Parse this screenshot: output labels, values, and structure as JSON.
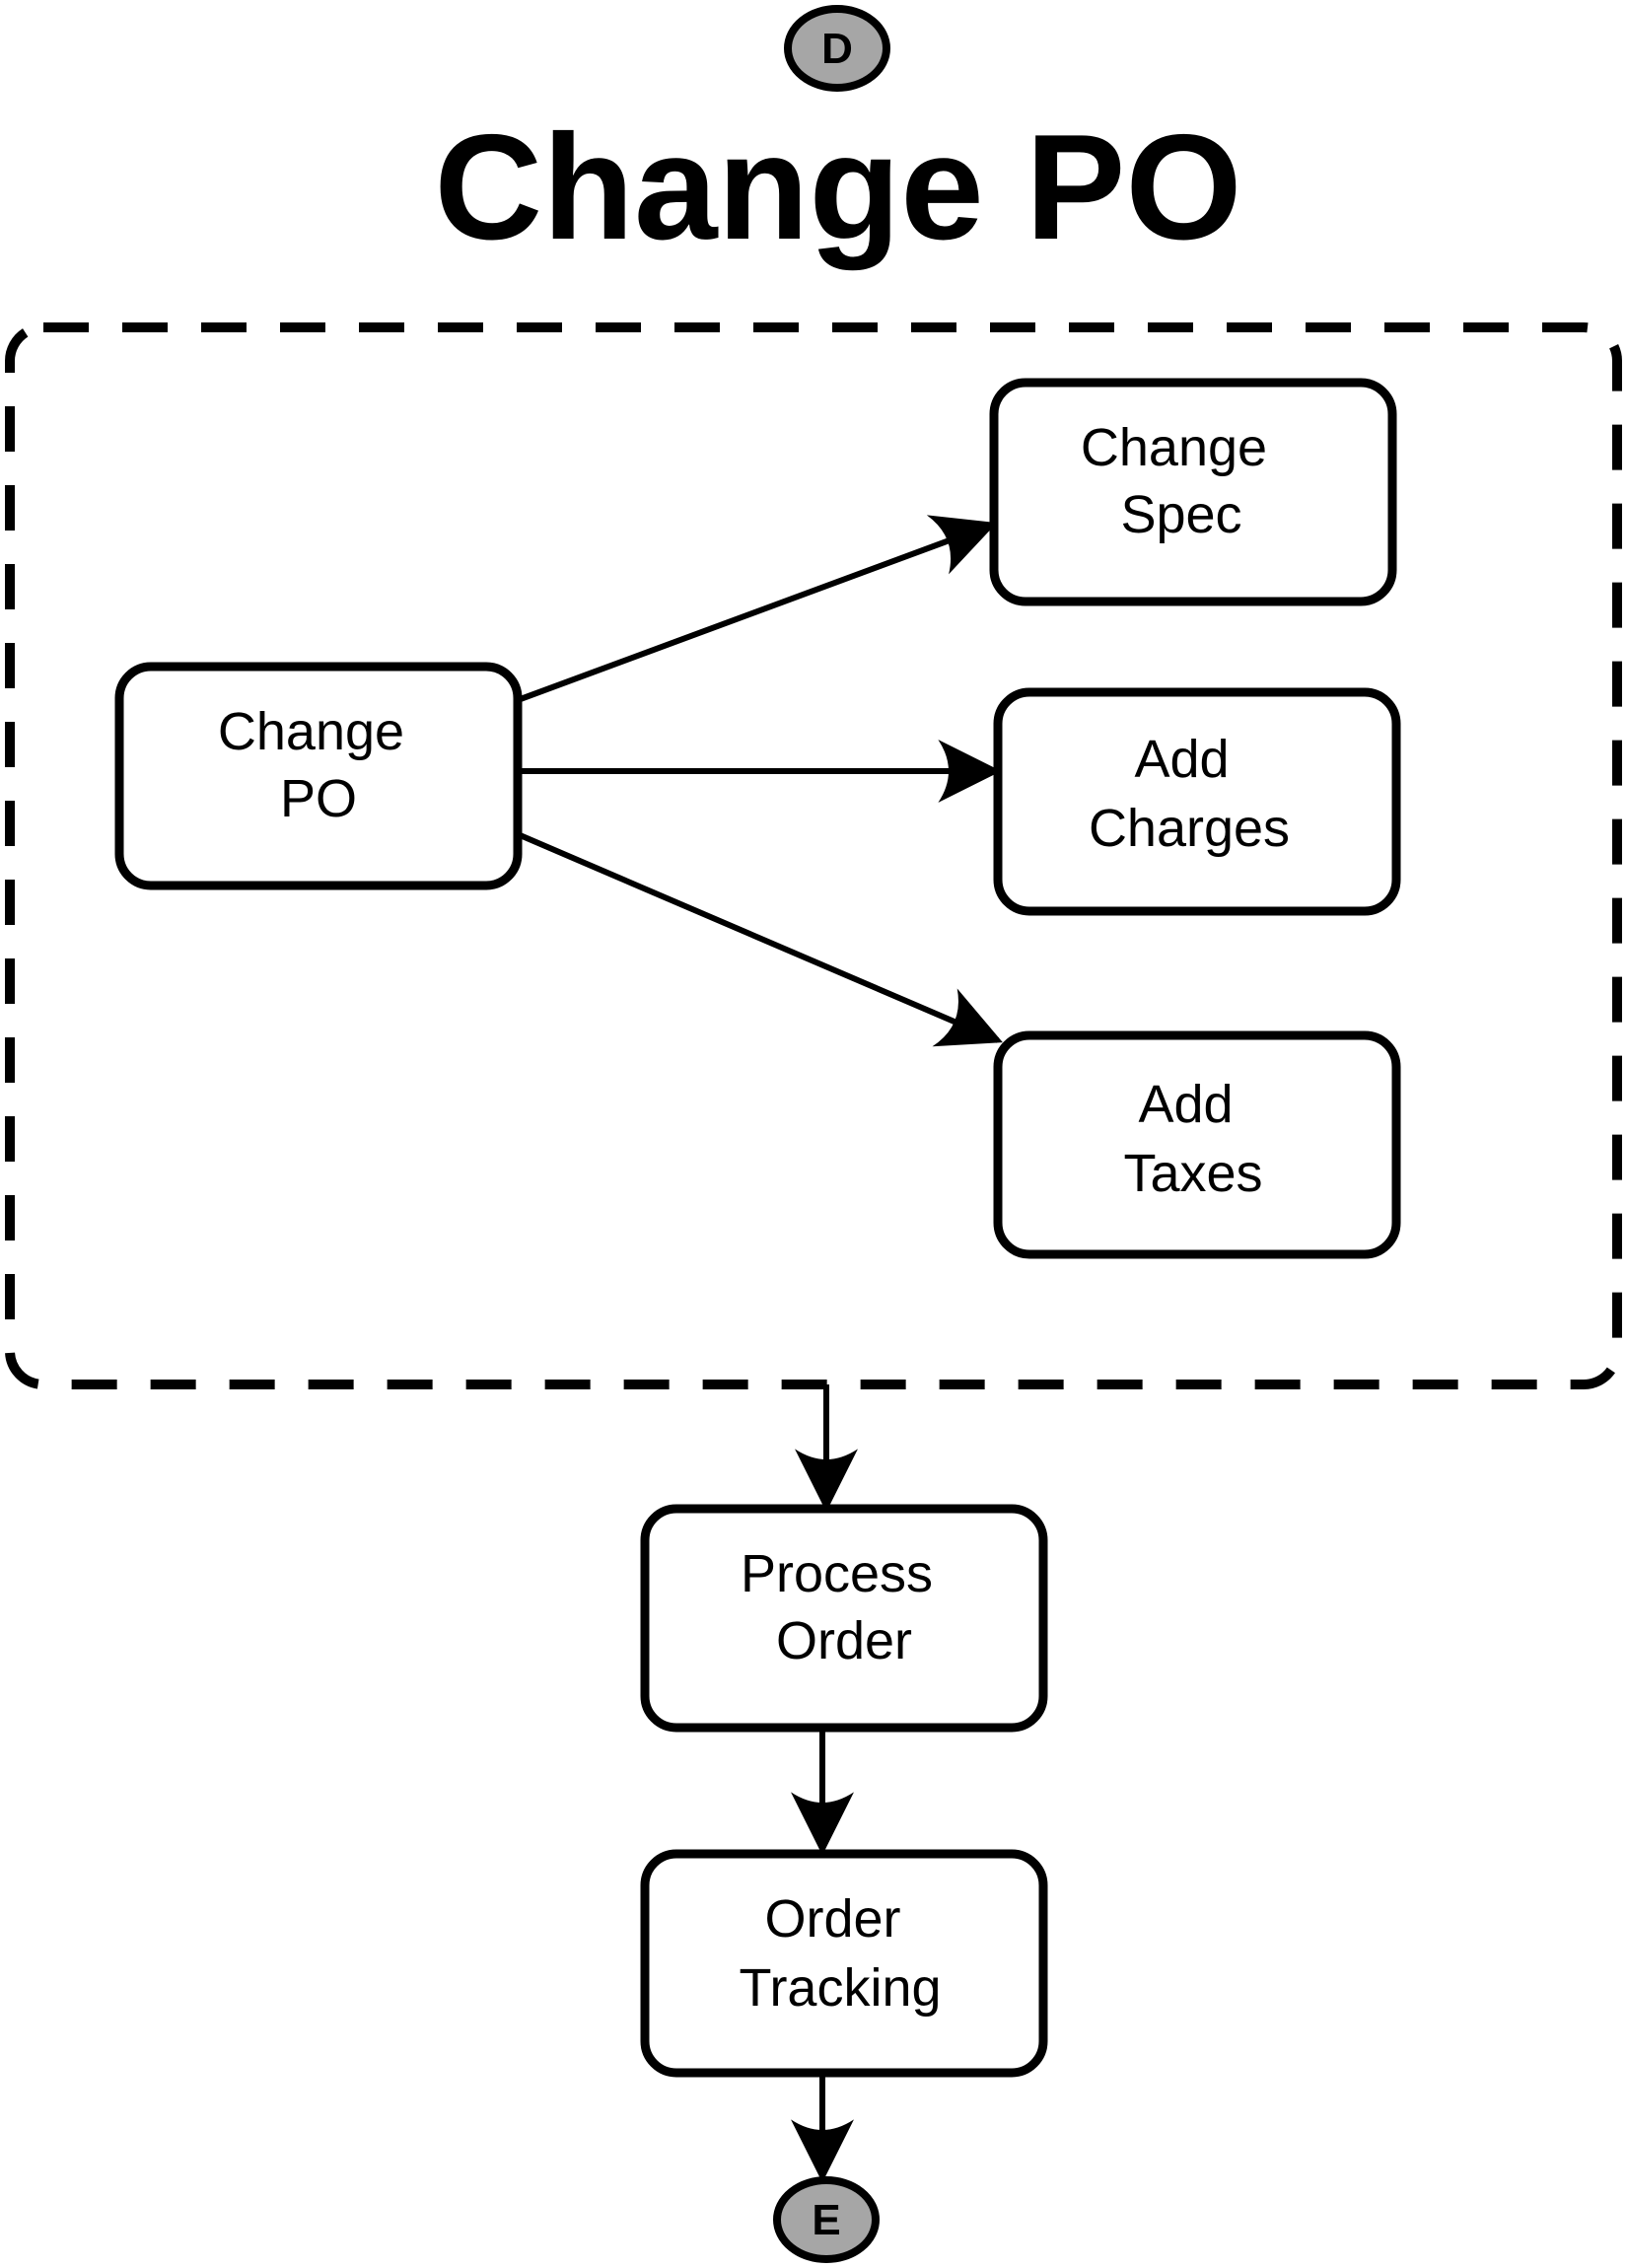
{
  "title": "Change PO",
  "connectors": {
    "start": "D",
    "end": "E"
  },
  "nodes": {
    "change_po": [
      "Change",
      "PO"
    ],
    "change_spec": [
      "Change",
      "Spec"
    ],
    "add_charges": [
      "Add",
      "Charges"
    ],
    "add_taxes": [
      "Add",
      "Taxes"
    ],
    "process_order": [
      "Process",
      "Order"
    ],
    "order_tracking": [
      "Order",
      "Tracking"
    ]
  },
  "colors": {
    "stroke": "#000000",
    "connector_fill": "#a6a6a6",
    "box_fill": "#ffffff",
    "text": "#000000"
  }
}
